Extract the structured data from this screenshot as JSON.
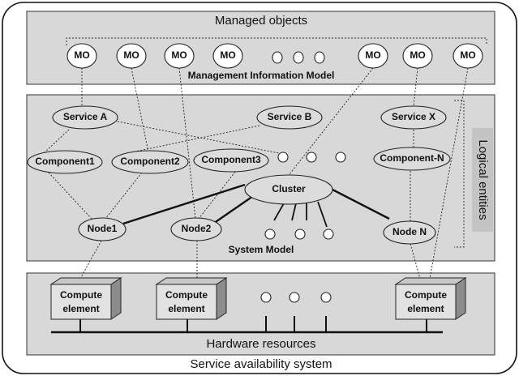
{
  "outer_caption": "Service availability system",
  "managed_objects": {
    "title": "Managed objects",
    "model_label": "Management Information Model",
    "mo_label": "MO"
  },
  "system_model": {
    "label": "System Model",
    "logical_entities": "Logical entities",
    "services": [
      "Service A",
      "Service B",
      "Service X"
    ],
    "components": [
      "Component1",
      "Component2",
      "Component3",
      "Component-N"
    ],
    "cluster": "Cluster",
    "nodes": [
      "Node1",
      "Node2",
      "Node N"
    ]
  },
  "hardware": {
    "label": "Hardware resources",
    "compute_line1": "Compute",
    "compute_line2": "element"
  }
}
